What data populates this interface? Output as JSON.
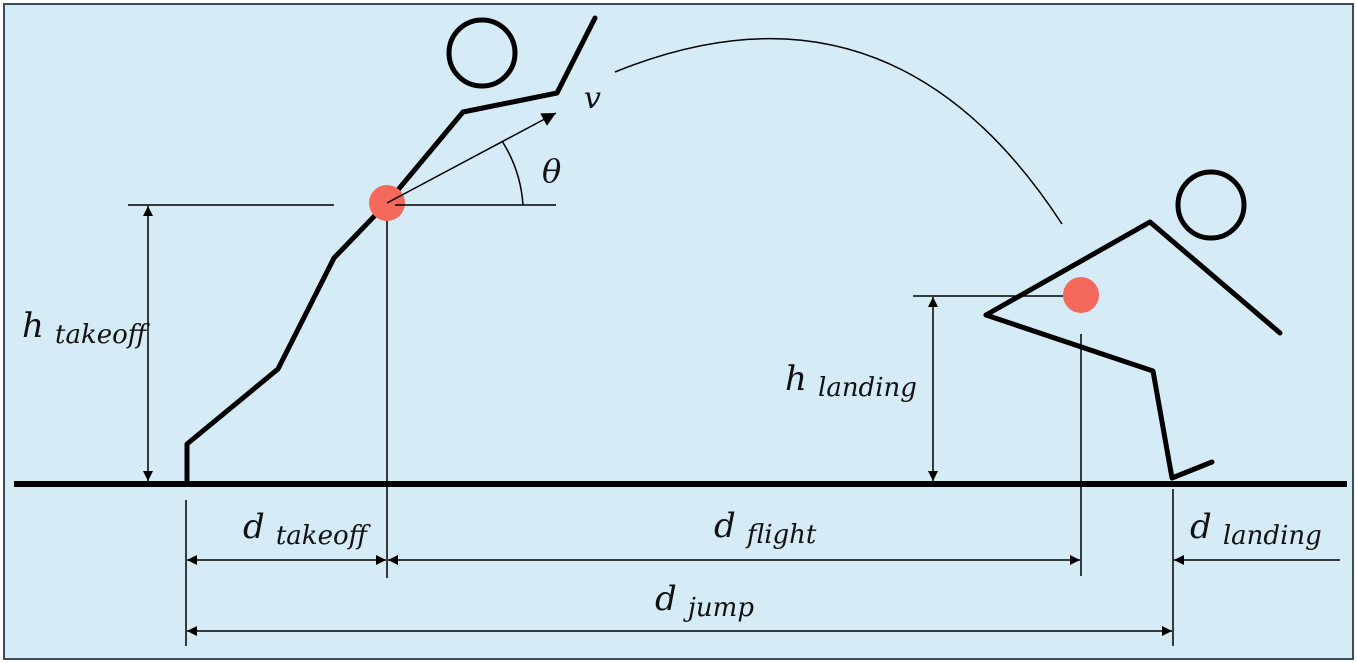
{
  "labels": {
    "h_takeoff": {
      "main": "h",
      "sub": "takeoff"
    },
    "h_landing": {
      "main": "h",
      "sub": "landing"
    },
    "d_takeoff": {
      "main": "d",
      "sub": "takeoff"
    },
    "d_flight": {
      "main": "d",
      "sub": "flight"
    },
    "d_landing": {
      "main": "d",
      "sub": "landing"
    },
    "d_jump": {
      "main": "d",
      "sub": "jump"
    },
    "velocity": "v",
    "angle": "θ"
  },
  "colors": {
    "background": "#d5ebf5",
    "frame": "#3a4d5a",
    "line": "#000000",
    "center_of_mass": "#f4695c"
  }
}
